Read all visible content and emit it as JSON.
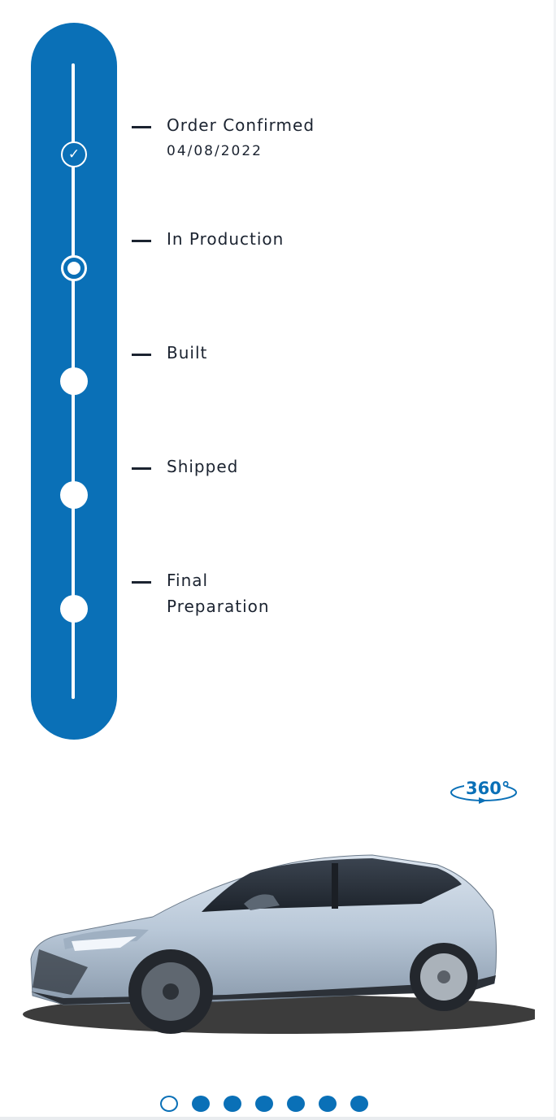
{
  "timeline": {
    "steps": [
      {
        "label": "Order Confirmed",
        "date": "04/08/2022",
        "state": "complete"
      },
      {
        "label": "In Production",
        "state": "current"
      },
      {
        "label": "Built",
        "state": "pending"
      },
      {
        "label": "Shipped",
        "state": "pending"
      },
      {
        "label": "Final",
        "label_line2": "Preparation",
        "state": "pending"
      }
    ]
  },
  "viewer": {
    "badge_text": "360°",
    "badge_icon": "rotate-360-icon"
  },
  "pagination": {
    "count": 7,
    "active_index": 0
  },
  "colors": {
    "brand_blue": "#0a70b7",
    "text": "#1b2330"
  }
}
